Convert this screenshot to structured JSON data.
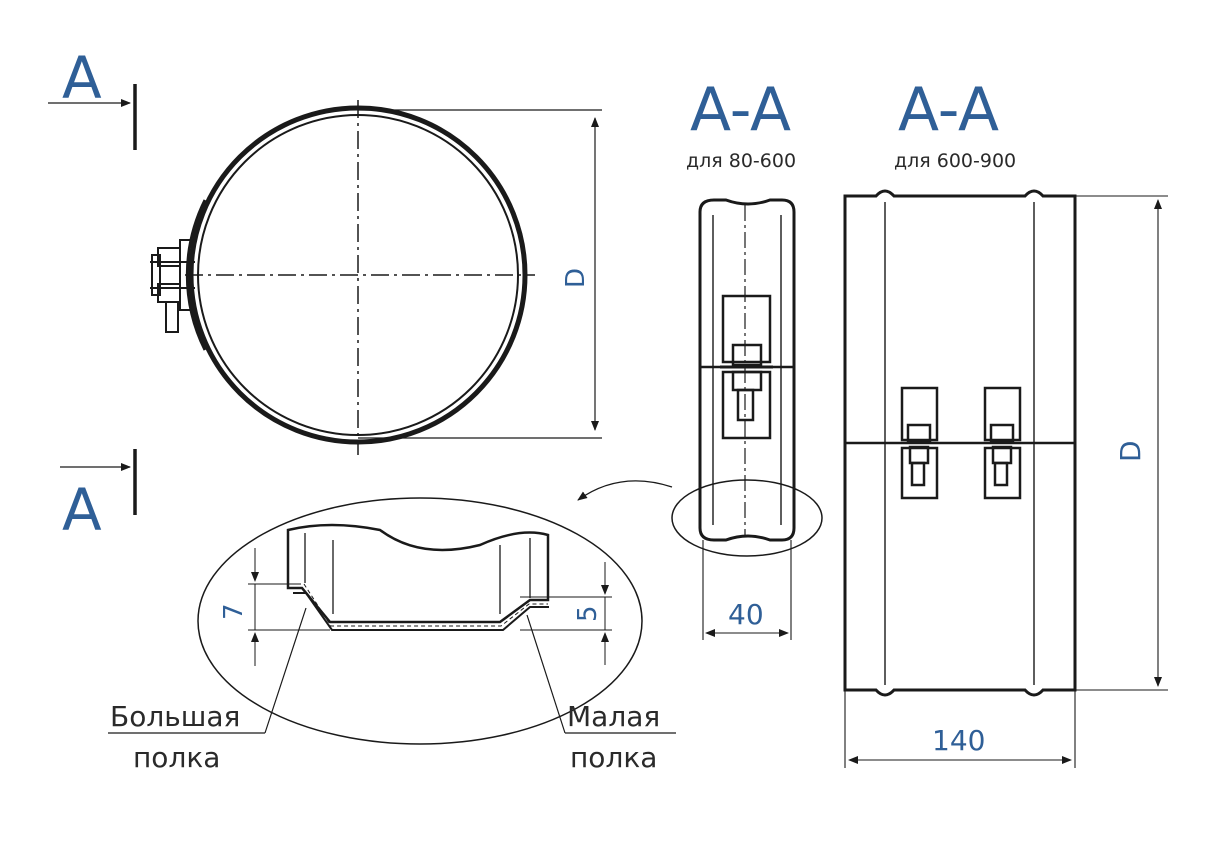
{
  "colors": {
    "label": "#2f5f97",
    "line": "#1a1a1a",
    "text": "#2a2a2a"
  },
  "section_marker": {
    "top": "A",
    "bottom": "A"
  },
  "front_view": {
    "diameter_label": "D"
  },
  "section_small": {
    "title": "A-A",
    "subtitle": "для 80-600",
    "width_dim": "40"
  },
  "section_large": {
    "title": "A-A",
    "subtitle": "для 600-900",
    "width_dim": "140",
    "diameter_label": "D"
  },
  "detail": {
    "dim_large_shelf": "7",
    "dim_small_shelf": "5",
    "large_shelf_label": [
      "Большая",
      "полка"
    ],
    "small_shelf_label": [
      "Малая",
      "полка"
    ]
  }
}
